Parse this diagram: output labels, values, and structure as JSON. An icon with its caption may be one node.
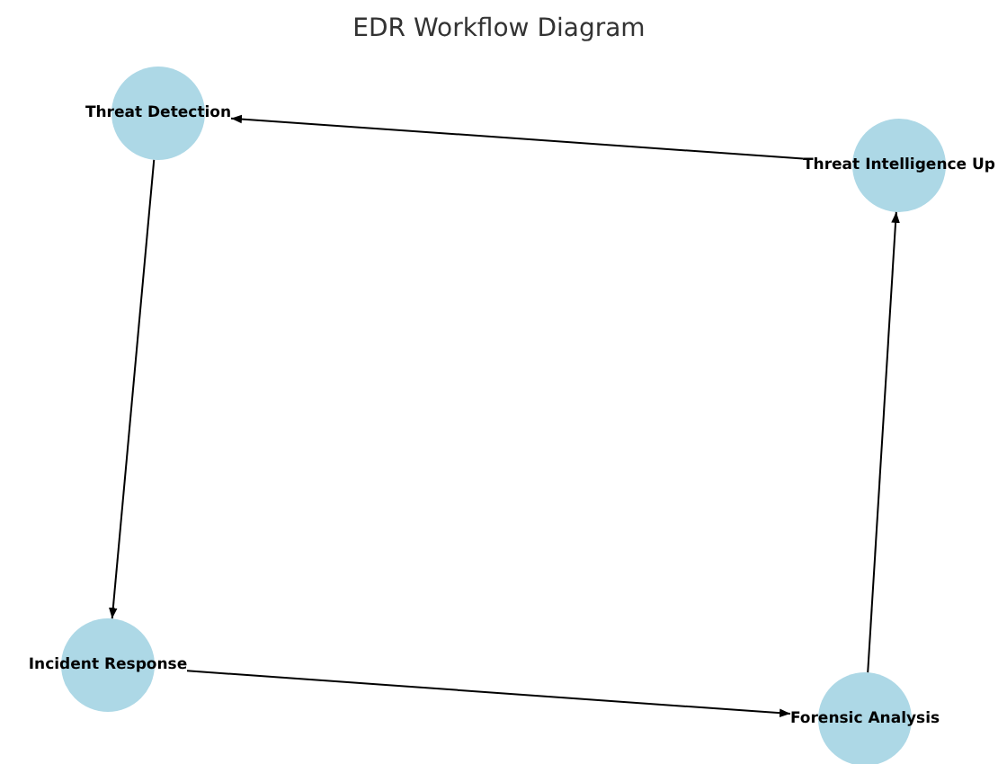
{
  "diagram": {
    "title": "EDR Workflow Diagram",
    "nodes": [
      {
        "text": [
          "Threat Detection"
        ]
      },
      {
        "text": [
          "Threat Intelligence Up"
        ]
      },
      {
        "text": [
          "Incident Response"
        ]
      },
      {
        "text": [
          "Forensic Analysis"
        ]
      }
    ],
    "edges": [
      {
        "from": 0,
        "to": 2,
        "arrow": "to"
      },
      {
        "from": 2,
        "to": 3,
        "arrow": "to"
      },
      {
        "from": 3,
        "to": 1,
        "arrow": "to"
      },
      {
        "from": 1,
        "to": 0,
        "arrow": "to"
      }
    ]
  }
}
